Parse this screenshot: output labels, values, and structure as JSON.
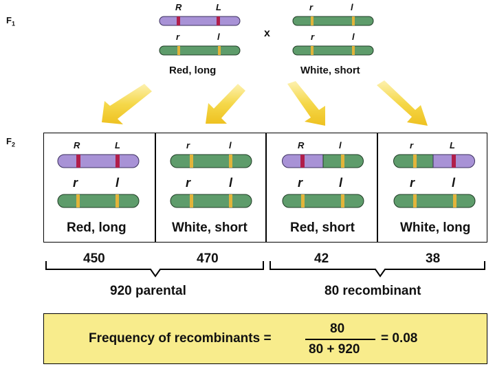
{
  "generation_labels": {
    "f1": "F",
    "f1_sub": "1",
    "f2": "F",
    "f2_sub": "2"
  },
  "cross_symbol": "x",
  "f1": {
    "parent_red_long": {
      "top_alleles": [
        "R",
        "L"
      ],
      "bottom_alleles": [
        "r",
        "l"
      ],
      "phenotype": "Red, long"
    },
    "parent_white_short": {
      "top_alleles": [
        "r",
        "l"
      ],
      "bottom_alleles": [
        "r",
        "l"
      ],
      "phenotype": "White, short"
    }
  },
  "f2": {
    "cells": [
      {
        "top_alleles": [
          "R",
          "L"
        ],
        "bottom_alleles": [
          "r",
          "l"
        ],
        "phenotype": "Red, long",
        "count": "450"
      },
      {
        "top_alleles": [
          "r",
          "l"
        ],
        "bottom_alleles": [
          "r",
          "l"
        ],
        "phenotype": "White, short",
        "count": "470"
      },
      {
        "top_alleles": [
          "R",
          "l"
        ],
        "bottom_alleles": [
          "r",
          "l"
        ],
        "phenotype": "Red, short",
        "count": "42"
      },
      {
        "top_alleles": [
          "r",
          "L"
        ],
        "bottom_alleles": [
          "r",
          "l"
        ],
        "phenotype": "White, long",
        "count": "38"
      }
    ]
  },
  "groups": {
    "parental": "920 parental",
    "recombinant": "80 recombinant"
  },
  "formula": {
    "label": "Frequency of recombinants =",
    "numerator": "80",
    "denominator": "80 + 920",
    "result": "= 0.08"
  },
  "colors": {
    "red_chromosome": "#a892d6",
    "white_chromosome": "#5e9c6b",
    "red_allele_band": "#b01e4a",
    "white_allele_band": "#e2b43a",
    "arrow": "#f2cc2e",
    "formula_background": "#f8ec8c"
  }
}
